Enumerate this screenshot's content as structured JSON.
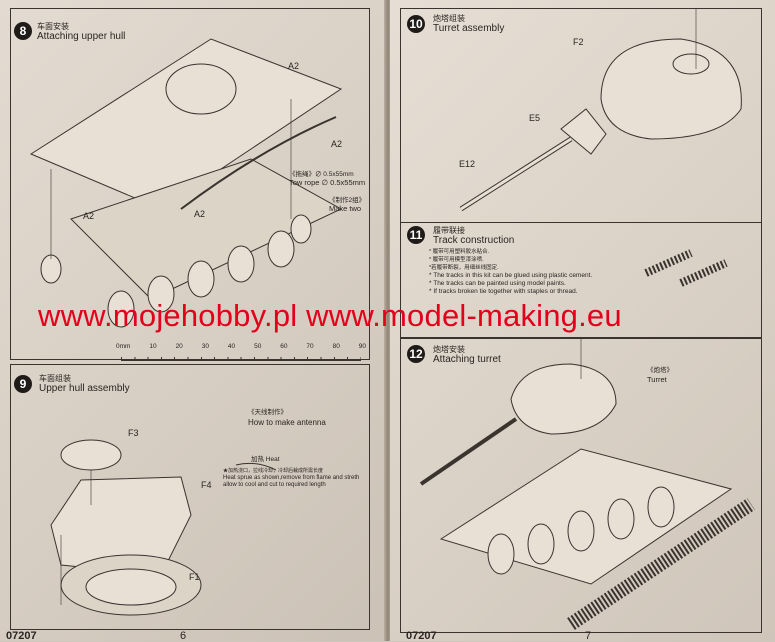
{
  "left_page": {
    "step8": {
      "number": "8",
      "title_cn": "车面安装",
      "title_en": "Attaching upper hull",
      "labels": [
        "A2",
        "A2",
        "A2",
        "A2"
      ],
      "tow_rope_cn": "《拖绳》∅ 0.5x55mm",
      "tow_rope_en": "Tow rope ∅ 0.5x55mm",
      "make_two_cn": "《制作2组》",
      "make_two_en": "Make two"
    },
    "ruler": {
      "unit_label": "0mm",
      "ticks": [
        "10",
        "20",
        "30",
        "40",
        "50",
        "60",
        "70",
        "80",
        "90"
      ]
    },
    "step9": {
      "number": "9",
      "title_cn": "车面组装",
      "title_en": "Upper hull assembly",
      "labels": [
        "F3",
        "F4",
        "F1"
      ],
      "antenna_cn": "《天线制作》",
      "antenna_en": "How to make antenna",
      "heat_label": "加热 Heat",
      "note_cn": "★加热浇口，拉线冷却，冷却后裁成所需长度",
      "note_en": "Heat sprue as shown,remove from flame and streth allow to cool and cut to required length"
    },
    "footer_code": "07207",
    "page_number": "6"
  },
  "right_page": {
    "step10": {
      "number": "10",
      "title_cn": "炮塔组装",
      "title_en": "Turret assembly",
      "labels": [
        "F2",
        "E5",
        "E12"
      ]
    },
    "step11": {
      "number": "11",
      "title_cn": "履带联接",
      "title_en": "Track construction",
      "notes": [
        "* 履带可用塑料胶水粘合.",
        "* 履带可用模型漆涂喷.",
        "*若履带断裂，用细丝线固定.",
        "* The tracks in this kit can be glued using plastic cement.",
        "* The tracks can be painted using model paints.",
        "* If tracks broken tie together with staples or thread."
      ]
    },
    "step12": {
      "number": "12",
      "title_cn": "炮塔安装",
      "title_en": "Attaching turret",
      "turret_cn": "《炮塔》",
      "turret_en": "Turret"
    },
    "footer_code": "07207",
    "page_number": "7"
  },
  "watermark": "www.mojehobby.pl www.model-making.eu"
}
